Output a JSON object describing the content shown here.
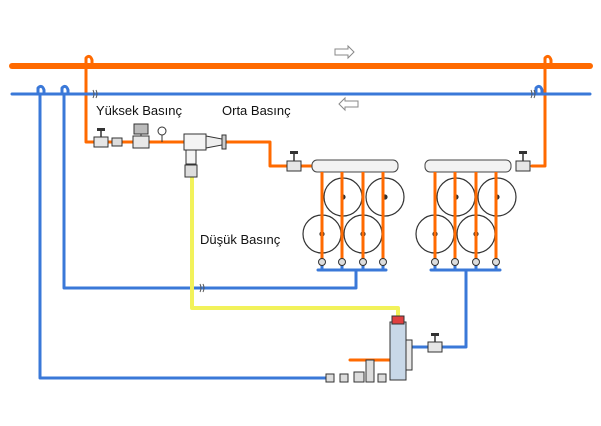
{
  "labels": {
    "high_pressure": "Yüksek Basınç",
    "medium_pressure": "Orta Basınç",
    "low_pressure": "Düşük Basınç"
  },
  "colors": {
    "steam_high": "#ff6a00",
    "condensate_return": "#3a78d8",
    "low_pressure": "#f2f25a",
    "valve": "#333333",
    "background": "#ffffff"
  },
  "icons": {
    "flow_right": "outline-arrow-right-icon",
    "flow_left": "outline-arrow-left-icon"
  }
}
